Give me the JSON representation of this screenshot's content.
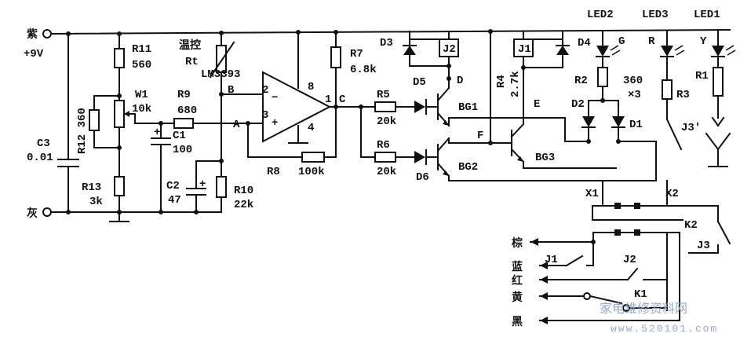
{
  "labels": {
    "purple": "紫",
    "supply": "+9V",
    "gray": "灰",
    "r11": "R11",
    "r11v": "560",
    "r12": "R12 360",
    "w1": "W1",
    "w1v": "10k",
    "r9": "R9",
    "r9v": "680",
    "c1": "C1",
    "c1v": "100",
    "c1p": "+",
    "temp": "温控",
    "rt": "Rt",
    "ic": "LM3393",
    "pin2": "2",
    "pin3": "3",
    "pin8": "8",
    "pin4": "4",
    "pin1": "1",
    "minus": "−",
    "plus": "+",
    "nodeB": "B",
    "nodeA": "A",
    "nodeC": "C",
    "nodeD": "D",
    "nodeE": "E",
    "nodeF": "F",
    "c3": "C3",
    "c3v": "0.01",
    "r13": "R13",
    "r13v": "3k",
    "c2": "C2",
    "c2v": "47",
    "c2p": "+",
    "r10": "R10",
    "r10v": "22k",
    "r8": "R8",
    "r8v": "100k",
    "r7": "R7",
    "r7v": "6.8k",
    "r5": "R5",
    "r5v": "20k",
    "r6": "R6",
    "r6v": "20k",
    "d3": "D3",
    "d5": "D5",
    "d6": "D6",
    "j2": "J2",
    "j1": "J1",
    "bg1": "BG1",
    "bg2": "BG2",
    "bg3": "BG3",
    "r4": "R4",
    "r4v": "2.7k",
    "d4": "D4",
    "d2": "D2",
    "d1": "D1",
    "led2": "LED2",
    "led3": "LED3",
    "led1": "LED1",
    "g": "G",
    "r": "R",
    "y": "Y",
    "r2": "R2",
    "r3": "R3",
    "r1": "R1",
    "r360": "360",
    "x3": "×3",
    "j3p": "J3'",
    "x1": "X1",
    "x2": "X2",
    "k2": "K2",
    "j3": "J3",
    "k1": "K1",
    "j1b": "J1",
    "j2b": "J2",
    "brown": "棕",
    "blue": "蓝",
    "red": "红",
    "yellow": "黄",
    "black": "黑",
    "wm1": "家电维修资料网",
    "wm2": "www.520101.com"
  }
}
